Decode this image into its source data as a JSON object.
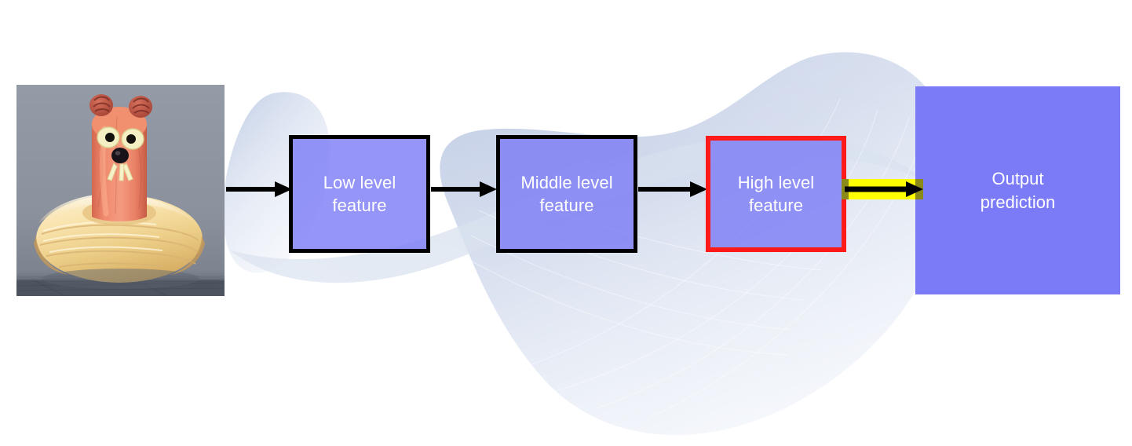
{
  "diagram": {
    "title": "Deep network feature hierarchy with highlighted final prediction step",
    "background_color": "#ffffff",
    "accent_colors": {
      "box_fill": "#7a7af5",
      "box_border": "#000000",
      "highlight_border": "#ff1a1a",
      "highlight_arrow": "#ffff00",
      "highlight_arrow_cap": "#8a8a1a",
      "arrow": "#000000",
      "swoosh": "#cdd7ea",
      "text": "#ffffff"
    },
    "input_image": {
      "alt": "Photograph of a hot dog sausage carved to look like a small animal with cheese eyes, black olive nose and cheese whiskers, standing in a golden puff pastry nest on a grey slate surface",
      "subject": "hot-dog-creature-in-pastry"
    },
    "nodes": [
      {
        "id": "low",
        "label_line1": "Low level",
        "label_line2": "feature",
        "border": "black",
        "highlighted": false
      },
      {
        "id": "middle",
        "label_line1": "Middle level",
        "label_line2": "feature",
        "border": "black",
        "highlighted": false
      },
      {
        "id": "high",
        "label_line1": "High level",
        "label_line2": "feature",
        "border": "red",
        "highlighted": true
      }
    ],
    "output": {
      "label_line1": "Output",
      "label_line2": "prediction"
    },
    "arrows": [
      {
        "id": "img-to-low",
        "style": "plain",
        "from": "input_image",
        "to": "low"
      },
      {
        "id": "low-to-middle",
        "style": "plain",
        "from": "low",
        "to": "middle"
      },
      {
        "id": "middle-to-high",
        "style": "plain",
        "from": "middle",
        "to": "high"
      },
      {
        "id": "high-to-output",
        "style": "highlighted",
        "from": "high",
        "to": "output"
      }
    ]
  }
}
